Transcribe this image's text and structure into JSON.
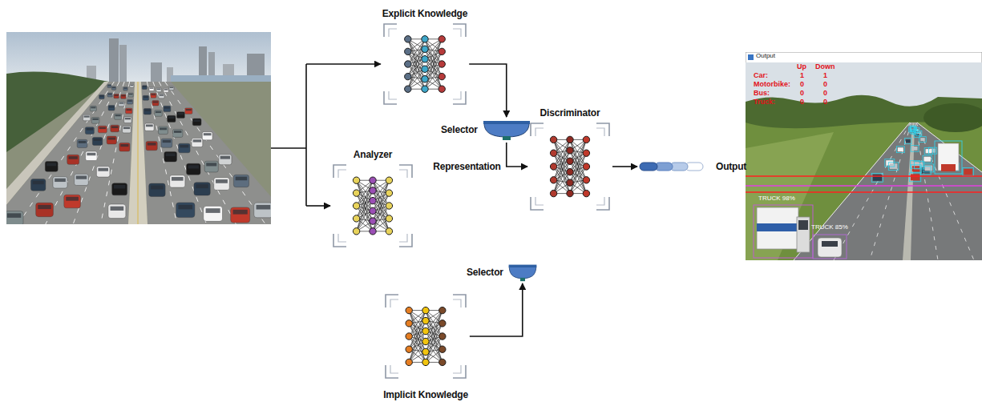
{
  "diagram": {
    "nodes": [
      {
        "text": [
          "Explicit Knowledge"
        ]
      },
      {
        "text": [
          "Selector"
        ]
      },
      {
        "text": [
          "Analyzer"
        ]
      },
      {
        "text": [
          "Discriminator"
        ]
      },
      {
        "text": [
          "Output"
        ]
      },
      {
        "text": [
          "Selector"
        ]
      },
      {
        "text": [
          "Implicit Knowledge"
        ]
      }
    ],
    "edges": [
      {
        "from": 0,
        "to": 1,
        "arrow": "to"
      },
      {
        "from": 1,
        "to": 3,
        "label": "Representation",
        "arrow": "to"
      },
      {
        "from": 6,
        "to": 5,
        "arrow": "to"
      },
      {
        "from": 3,
        "to": 4,
        "arrow": "to"
      }
    ],
    "labels": [
      "Output",
      "Up",
      "Down",
      "Car:",
      "1",
      "1",
      "Motorbike:",
      "0",
      "0",
      "Bus:",
      "0",
      "0",
      "Truck:",
      "0",
      "0",
      "TRUCK 98%",
      "TRUCK 85%"
    ]
  }
}
